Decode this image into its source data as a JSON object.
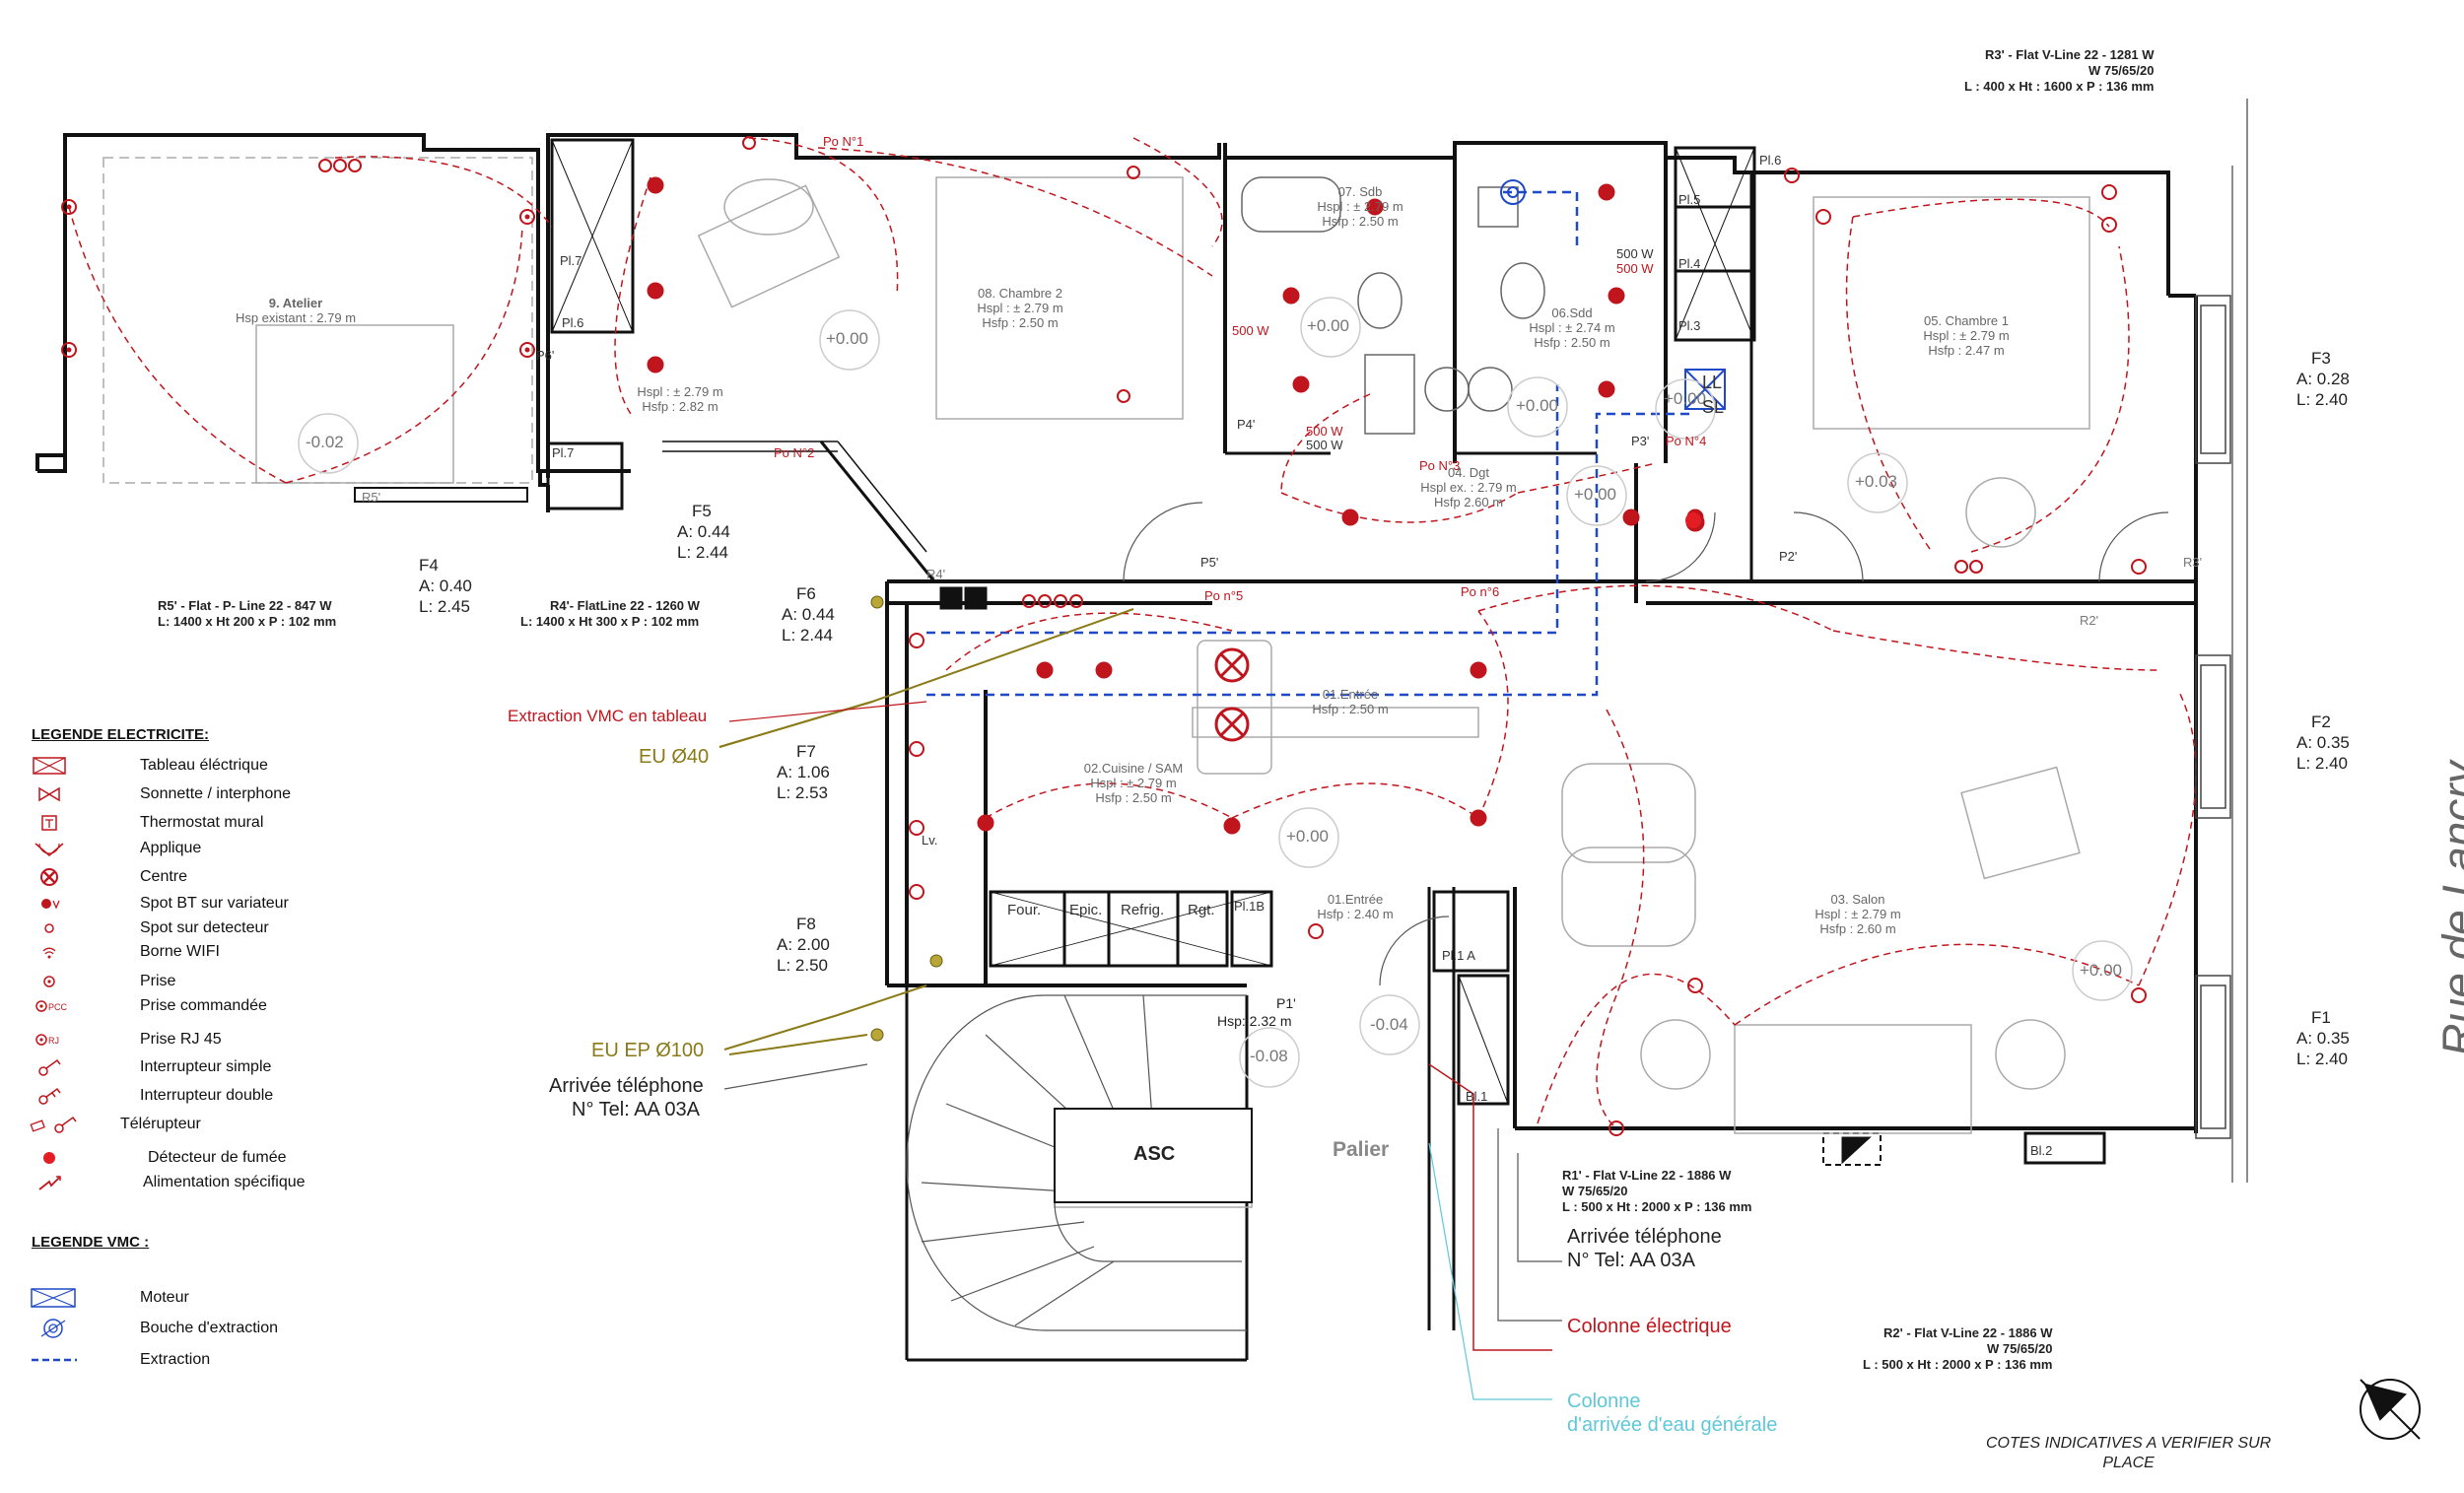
{
  "street": "Rue de Lancry",
  "rooms": [
    {
      "name": "9. Atelier",
      "line1": "Hsp existant : 2.79 m",
      "line2": ""
    },
    {
      "name": "08. Chambre 2",
      "line1": "Hspl : ± 2.79 m",
      "line2": "Hsfp : 2.50 m"
    },
    {
      "name": "07. Sdb",
      "line1": "Hspl : ± 2.79 m",
      "line2": "Hsfp : 2.50 m"
    },
    {
      "name": "06.Sdd",
      "line1": "Hspl : ± 2.74 m",
      "line2": "Hsfp : 2.50 m"
    },
    {
      "name": "05. Chambre 1",
      "line1": "Hspl : ± 2.79 m",
      "line2": "Hsfp : 2.47 m"
    },
    {
      "name": "04. Dgt",
      "line1": "Hspl ex. : 2.79 m",
      "line2": "Hsfp 2.60 m"
    },
    {
      "name": "01.Entrée",
      "line1": "Hsfp : 2.50 m",
      "line2": ""
    },
    {
      "name": "02.Cuisine / SAM",
      "line1": "Hspl : ± 2.79 m",
      "line2": "Hsfp : 2.50 m"
    },
    {
      "name": "01.Entrée",
      "line1": "Hsfp : 2.40 m",
      "line2": ""
    },
    {
      "name": "03. Salon",
      "line1": "Hspl : ± 2.79 m",
      "line2": "Hsfp : 2.60 m"
    }
  ],
  "hsp_note": {
    "line1": "Hspl : ± 2.79 m",
    "line2": "Hsfp : 2.82 m"
  },
  "levels": [
    "-0.02",
    "+0.00",
    "+0.00",
    "+0.00",
    "+0.00",
    "+0.03",
    "+0.00",
    "+0.00",
    "-0.04",
    "-0.08",
    "+0.00"
  ],
  "windows": [
    {
      "id": "F4",
      "a": "A: 0.40",
      "l": "L: 2.45"
    },
    {
      "id": "F5",
      "a": "A: 0.44",
      "l": "L: 2.44"
    },
    {
      "id": "F6",
      "a": "A: 0.44",
      "l": "L: 2.44"
    },
    {
      "id": "F7",
      "a": "A: 1.06",
      "l": "L: 2.53"
    },
    {
      "id": "F8",
      "a": "A: 2.00",
      "l": "L: 2.50"
    },
    {
      "id": "F3",
      "a": "A: 0.28",
      "l": "L: 2.40"
    },
    {
      "id": "F2",
      "a": "A: 0.35",
      "l": "L: 2.40"
    },
    {
      "id": "F1",
      "a": "A: 0.35",
      "l": "L: 2.40"
    }
  ],
  "radiators": {
    "r3": {
      "l1": "R3' - Flat V-Line 22 - 1281 W",
      "l2": "W 75/65/20",
      "l3": "L : 400 x Ht : 1600 x P : 136 mm"
    },
    "r5": {
      "l1": "R5' - Flat - P- Line 22 - 847 W",
      "l2": "L: 1400 x Ht 200 x P : 102 mm"
    },
    "r4": {
      "l1": "R4'- FlatLine 22 - 1260 W",
      "l2": "L: 1400 x Ht 300 x P : 102 mm"
    },
    "r1": {
      "l1": "R1' - Flat V-Line 22 - 1886 W",
      "l2": "W 75/65/20",
      "l3": "L : 500 x Ht : 2000 x P : 136 mm"
    },
    "r2": {
      "l1": "R2' - Flat V-Line 22 - 1886 W",
      "l2": "W 75/65/20",
      "l3": "L : 500 x Ht : 2000 x P : 136 mm"
    }
  },
  "callouts": {
    "extraction": "Extraction VMC en tableau",
    "eu40": "EU Ø40",
    "euep": "EU EP Ø100",
    "tel1_a": "Arrivée téléphone",
    "tel1_b": "N° Tel: AA 03A",
    "tel2_a": "Arrivée téléphone",
    "tel2_b": "N° Tel: AA 03A",
    "colonne_elec": "Colonne électrique",
    "colonne_eau_a": "Colonne",
    "colonne_eau_b": "d'arrivée d'eau générale",
    "cotes_a": "COTES INDICATIVES A VERIFIER SUR",
    "cotes_b": "PLACE",
    "asc": "ASC",
    "palier": "Palier",
    "hsp_p1": "Hsp: 2.32 m",
    "p1": "P1'"
  },
  "fixtures": {
    "four": "Four.",
    "epic": "Epic.",
    "refrig": "Refrig.",
    "rgt": "Rgt.",
    "pl1b": "Pl.1B",
    "pl1a": "Pl.1 A",
    "bl1": "Bl.1",
    "bl2": "Bl.2",
    "lv": "Lv.",
    "pl7a": "Pl.7",
    "pl6a": "Pl.6",
    "pl7b": "Pl.7",
    "pl6b": "Pl.6",
    "pl5": "Pl.5",
    "pl4": "Pl.4",
    "pl3": "Pl.3",
    "p6": "P6'",
    "p5": "P5'",
    "p4": "P4'",
    "p3": "P3'",
    "p2": "P2'",
    "r5": "R5'",
    "r4": "R4'",
    "r3": "R3'",
    "r2": "R2'",
    "ll": "LL",
    "sl": "SL",
    "w500a": "500 W",
    "w500b": "500 W",
    "w500c": "500 W",
    "w500d": "500 W",
    "w500e": "500 W"
  },
  "pos": [
    "Po N°1",
    "Po N°2",
    "Po N°3",
    "Po N°4",
    "Po n°5",
    "Po n°6"
  ],
  "legend_elec": {
    "title": "LEGENDE ELECTRICITE:",
    "items": [
      {
        "icon": "tableau-electrique-icon",
        "label": "Tableau éléctrique"
      },
      {
        "icon": "sonnette-icon",
        "label": "Sonnette / interphone"
      },
      {
        "icon": "thermostat-icon",
        "label": "Thermostat mural"
      },
      {
        "icon": "applique-icon",
        "label": "Applique"
      },
      {
        "icon": "centre-icon",
        "label": "Centre"
      },
      {
        "icon": "spot-variateur-icon",
        "label": "Spot BT sur variateur"
      },
      {
        "icon": "spot-detecteur-icon",
        "label": "Spot sur detecteur"
      },
      {
        "icon": "wifi-icon",
        "label": "Borne WIFI"
      },
      {
        "icon": "prise-icon",
        "label": "Prise"
      },
      {
        "icon": "prise-commandee-icon",
        "label": "Prise commandée"
      },
      {
        "icon": "prise-rj45-icon",
        "label": "Prise RJ 45"
      },
      {
        "icon": "interrupteur-simple-icon",
        "label": "Interrupteur simple"
      },
      {
        "icon": "interrupteur-double-icon",
        "label": "Interrupteur double"
      },
      {
        "icon": "telerupteur-icon",
        "label": "Télérupteur"
      },
      {
        "icon": "detecteur-fumee-icon",
        "label": "Détecteur de fumée"
      },
      {
        "icon": "alimentation-icon",
        "label": "Alimentation spécifique"
      }
    ]
  },
  "legend_vmc": {
    "title": "LEGENDE VMC :",
    "items": [
      {
        "icon": "moteur-icon",
        "label": "Moteur"
      },
      {
        "icon": "bouche-extraction-icon",
        "label": "Bouche d'extraction"
      },
      {
        "icon": "extraction-line-icon",
        "label": "Extraction"
      }
    ]
  },
  "colors": {
    "wall": "#111111",
    "electric": "#c0151c",
    "vmc": "#1f49c9",
    "ochre": "#8a7a18",
    "water": "#5fc8d8",
    "grey": "#999999"
  }
}
